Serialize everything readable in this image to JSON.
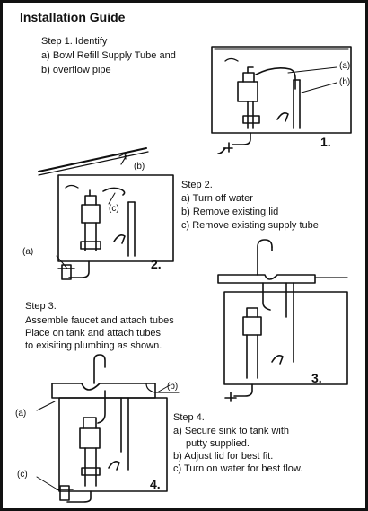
{
  "guide": {
    "title": "Installation Guide"
  },
  "step1": {
    "heading": "Step 1. Identify",
    "lines": [
      "a) Bowl Refill Supply Tube and",
      "b) overflow pipe"
    ],
    "number": "1.",
    "callouts": [
      "(a)",
      "(b)"
    ]
  },
  "step2": {
    "heading": "Step 2.",
    "lines": [
      "a) Turn off water",
      "b) Remove existing lid",
      "c) Remove existing supply tube"
    ],
    "number": "2.",
    "callouts": [
      "(a)",
      "(b)",
      "(c)"
    ]
  },
  "step3": {
    "heading": "Step 3.",
    "lines": [
      "Assemble faucet and attach tubes",
      "Place on tank and attach tubes",
      "to exisiting plumbing as shown."
    ],
    "number": "3."
  },
  "step4": {
    "heading": "Step 4.",
    "lines": [
      "a) Secure sink to tank with",
      "putty supplied.",
      "b) Adjust lid for best fit.",
      "c) Turn on water for best flow."
    ],
    "number": "4.",
    "callouts": [
      "(a)",
      "(b)",
      "(c)"
    ]
  }
}
